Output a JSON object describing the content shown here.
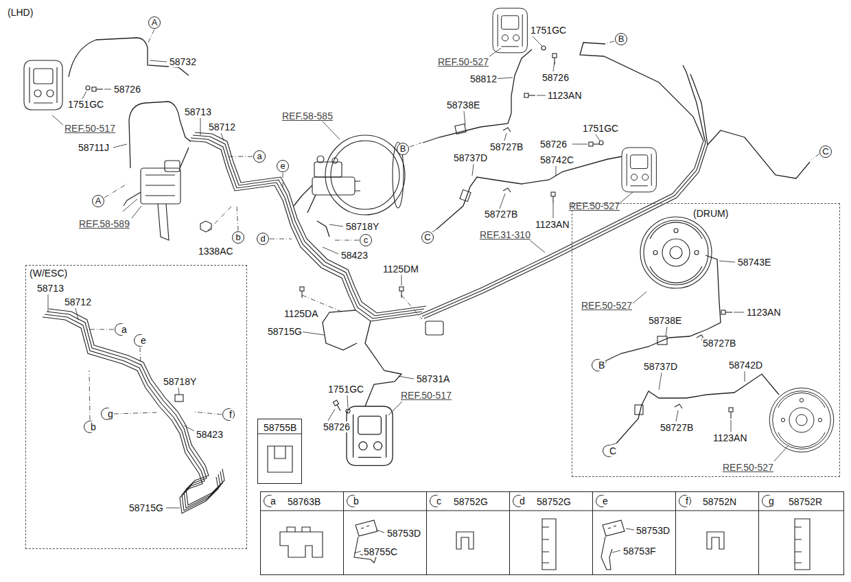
{
  "diagram": {
    "nodes": [
      {
        "text": [
          "A"
        ]
      },
      {
        "text": [
          "B"
        ]
      },
      {
        "text": [
          "C"
        ]
      },
      {
        "text": [
          "a"
        ]
      },
      {
        "text": [
          "e"
        ]
      },
      {
        "text": [
          "B"
        ]
      },
      {
        "text": [
          "A"
        ]
      },
      {
        "text": [
          "(DRUM)"
        ]
      },
      {
        "text": [
          "b"
        ]
      },
      {
        "text": [
          "d"
        ]
      },
      {
        "text": [
          "c"
        ]
      },
      {
        "text": [
          "C"
        ]
      },
      {
        "text": [
          "(W/ESC)"
        ]
      },
      {
        "text": [
          "a"
        ],
        "in": 12
      },
      {
        "text": [
          "e"
        ],
        "in": 12
      },
      {
        "text": [
          "B"
        ],
        "in": 7
      },
      {
        "text": [
          "g"
        ],
        "in": 12
      },
      {
        "text": [
          "f"
        ],
        "in": 12
      },
      {
        "text": [
          "b"
        ],
        "in": 12
      },
      {
        "text": [
          "C"
        ],
        "in": 7
      },
      {
        "text": [
          "58755B"
        ]
      },
      {
        "text": [
          "58763B"
        ]
      },
      {
        "text": [
          "a"
        ],
        "in": 21
      },
      {
        "text": [
          "58753D",
          "58755C"
        ]
      },
      {
        "text": [
          "b"
        ],
        "in": 23
      },
      {
        "text": [
          "58752G"
        ]
      },
      {
        "text": [
          "c"
        ],
        "in": 25
      },
      {
        "text": [
          "58752G"
        ]
      },
      {
        "text": [
          "d"
        ],
        "in": 27
      },
      {
        "text": [
          "58753D",
          "58753F"
        ]
      },
      {
        "text": [
          "e"
        ],
        "in": 29
      },
      {
        "text": [
          "58752N"
        ]
      },
      {
        "text": [
          "f"
        ],
        "in": 31
      },
      {
        "text": [
          "58752R"
        ]
      },
      {
        "text": [
          "g"
        ],
        "in": 33
      }
    ],
    "labels": [
      "(LHD)",
      "58732",
      "58726",
      "1751GC",
      "REF.50-517",
      "58713",
      "58712",
      "58711J",
      "REF.58-589",
      "1338AC",
      "REF.58-585",
      "58718Y",
      "58423",
      "1125DM",
      "1125DA",
      "58715G",
      "58731A",
      "1751GC",
      "58726",
      "REF.50-517",
      "REF.50-527",
      "1751GC",
      "58726",
      "58812",
      "1123AN",
      "58738E",
      "58727B",
      "1751GC",
      "58726",
      "58737D",
      "58742C",
      "58727B",
      "1123AN",
      "REF.50-527",
      "REF.31-310",
      "58743E",
      "REF.50-527",
      "1123AN",
      "58738E",
      "58727B",
      "58737D",
      "58742D",
      "58727B",
      "1123AN",
      "REF.50-527",
      "58713",
      "58712",
      "58718Y",
      "58423",
      "58715G"
    ]
  }
}
